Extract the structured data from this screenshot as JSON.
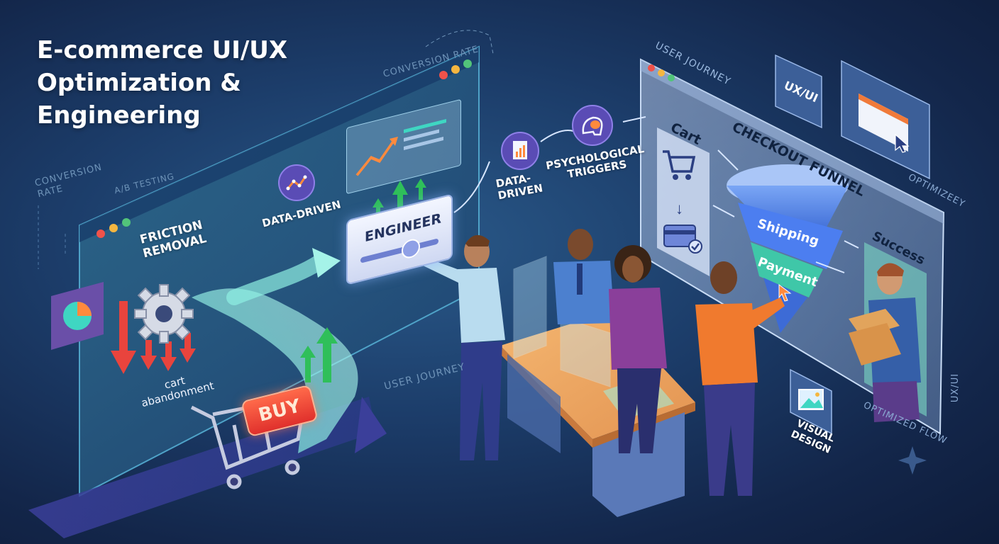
{
  "hero": {
    "title_lines": [
      "E-commerce UI/UX",
      "Optimization &",
      "Engineering"
    ]
  },
  "left_panel": {
    "conversion_rate_top": "CONVERSION RATE",
    "conversion_rate_side": [
      "CONVERSION",
      "RATE"
    ],
    "ab_testing": "A/B TESTING",
    "friction_removal": [
      "FRICTION",
      "REMOVAL"
    ],
    "cart_abandonment": [
      "cart",
      "abandonment"
    ],
    "buy_button": "BUY",
    "data_driven": "DATA-DRIVEN",
    "engineer_button": "ENGINEER",
    "user_journey": "USER JOURNEY"
  },
  "middle": {
    "data_driven": [
      "DATA-",
      "DRIVEN"
    ],
    "psychological_triggers": [
      "PSYCHOLOGICAL",
      "TRIGGERS"
    ]
  },
  "right_panel": {
    "user_journey": "USER JOURNEY",
    "cart": "Cart",
    "checkout_funnel": "CHECKOUT FUNNEL",
    "shipping": "Shipping",
    "payment": "Payment",
    "success": "Success",
    "ux_ui_card": "UX/UI",
    "optimizeey": "OPTIMIZEEY",
    "optimized_flow": "OPTIMIZED FLOW",
    "ux_ui_side": "UX/UI",
    "visual_design": [
      "VISUAL",
      "DESIGN"
    ]
  },
  "colors": {
    "background": "#1c3d6a",
    "accent_teal": "#3fd6c2",
    "accent_orange": "#ff8a3d",
    "buy_red": "#f0443a",
    "funnel_blue": "#4c7ef0",
    "arrow_green": "#2fbf5a"
  },
  "icons": [
    "pie-chart-icon",
    "gear-icon",
    "line-chart-icon",
    "report-icon",
    "brain-icon",
    "shopping-cart-icon",
    "credit-card-icon",
    "cursor-icon",
    "image-icon",
    "sparkle-icon"
  ]
}
